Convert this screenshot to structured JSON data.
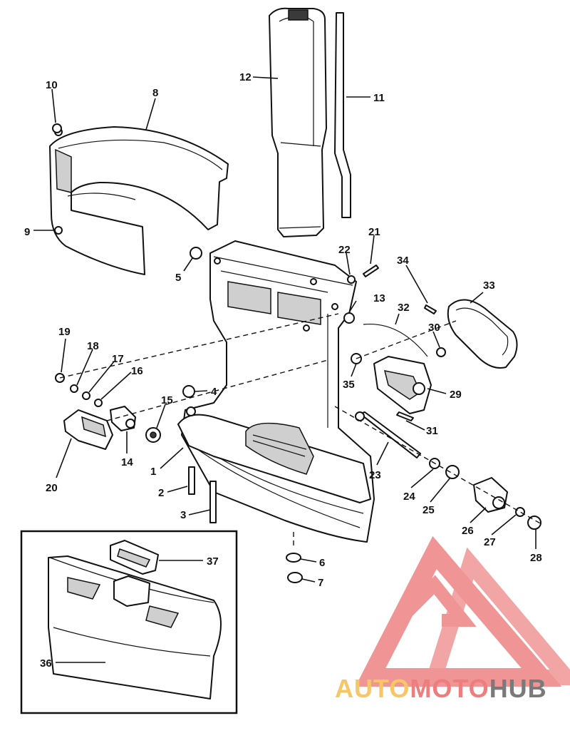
{
  "labels": {
    "l1": "1",
    "l2": "2",
    "l3": "3",
    "l4": "4",
    "l5": "5",
    "l6": "6",
    "l7": "7",
    "l8": "8",
    "l9": "9",
    "l10": "10",
    "l11": "11",
    "l12": "12",
    "l13": "13",
    "l14": "14",
    "l15": "15",
    "l16": "16",
    "l17": "17",
    "l18": "18",
    "l19": "19",
    "l20": "20",
    "l21": "21",
    "l22": "22",
    "l23": "23",
    "l24": "24",
    "l25": "25",
    "l26": "26",
    "l27": "27",
    "l28": "28",
    "l29": "29",
    "l30": "30",
    "l31": "31",
    "l32": "32",
    "l33": "33",
    "l34": "34",
    "l35": "35",
    "l36": "36",
    "l37": "37"
  },
  "watermark": {
    "part1": "AUTO",
    "part2": "MOTO",
    "part3": "HUB",
    "color_light": "#f6c667",
    "color_red": "#ee7d7d",
    "color_gray": "#7a7a7a"
  }
}
